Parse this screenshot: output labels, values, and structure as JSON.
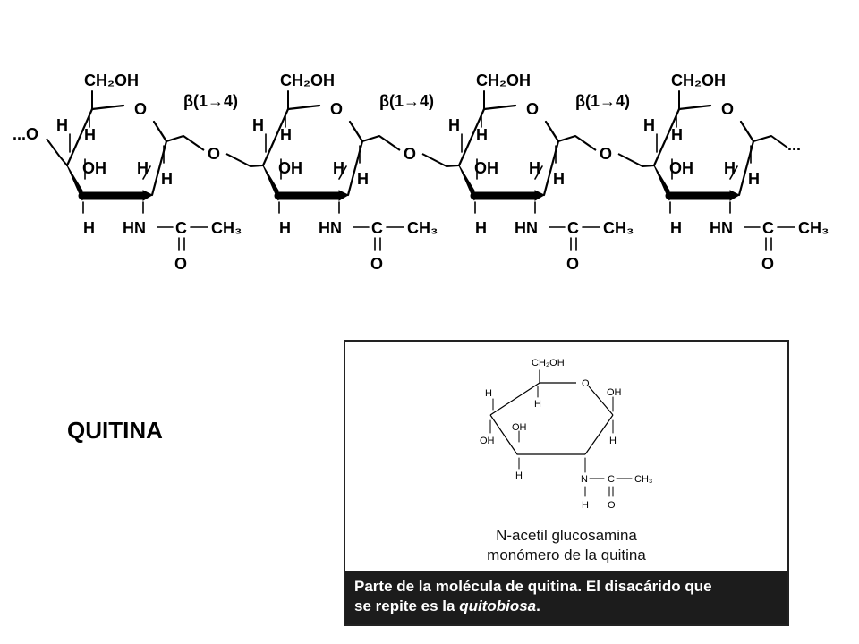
{
  "chain": {
    "ch2oh": "CH₂OH",
    "ring_o": "O",
    "bridge_o": "O",
    "h": "H",
    "oh": "OH",
    "hn": "HN",
    "c": "C",
    "ch3": "CH₃",
    "carbonyl_o": "O",
    "double_bond": "‖",
    "linkage": "β(1→4)",
    "left_end": "...O",
    "right_end": "..."
  },
  "title": "QUITINA",
  "monomer": {
    "ch2oh": "CH₂OH",
    "ring_o": "O",
    "h": "H",
    "oh": "OH",
    "n": "N",
    "c": "C",
    "ch3": "CH₃",
    "carbonyl_o": "O",
    "caption_line1": "N-acetil glucosamina",
    "caption_line2": "monómero de la quitina",
    "bottom_text_1": "Parte de la molécula de quitina. El disacárido que",
    "bottom_text_2a": "se repite es la ",
    "bottom_text_2b": "quitobiosa",
    "bottom_text_2c": "."
  }
}
